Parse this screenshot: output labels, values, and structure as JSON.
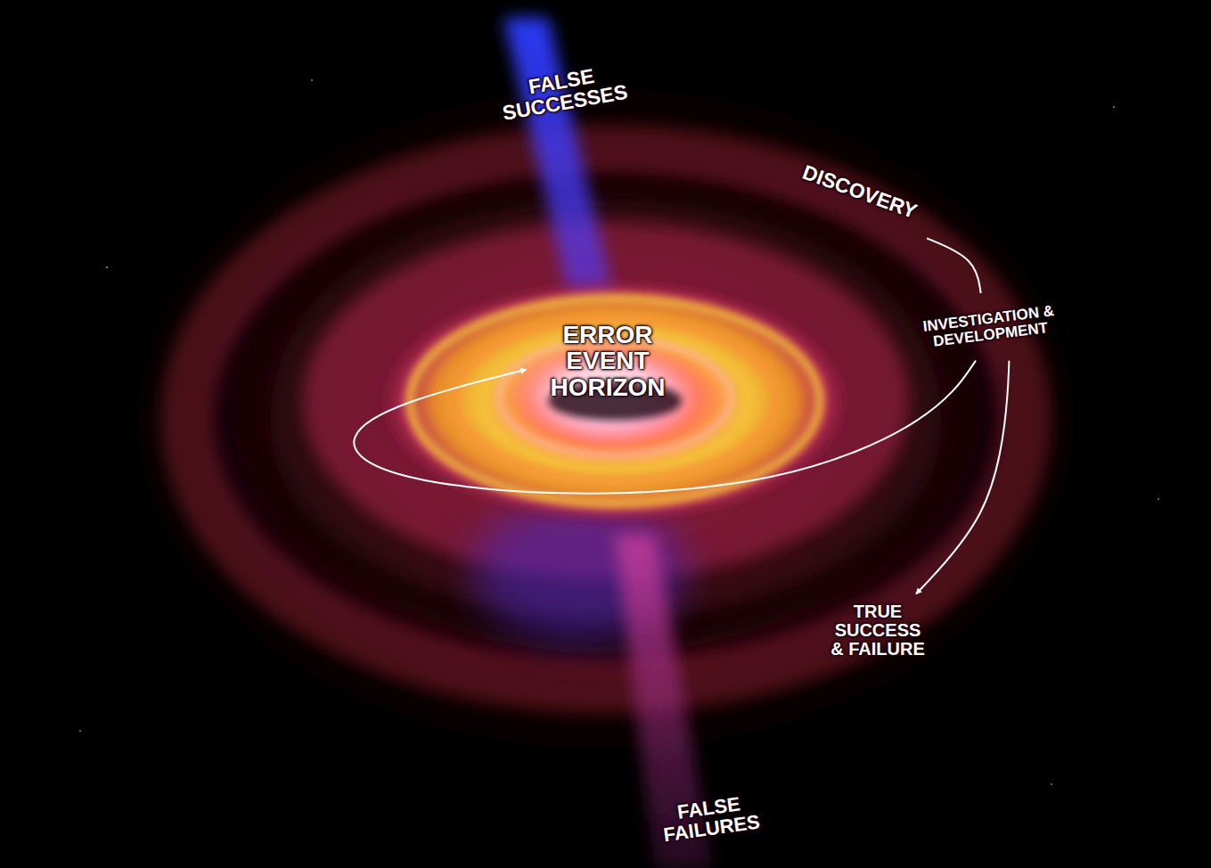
{
  "diagram": {
    "nodes": [
      {
        "text": [
          "DISCOVERY"
        ]
      },
      {
        "text": [
          "INVESTIGATION & DEVELOPMENT"
        ]
      },
      {
        "text": [
          "ERROR EVENT HORIZON"
        ]
      },
      {
        "text": [
          "TRUE SUCCESS & FAILURE"
        ]
      }
    ],
    "edges": [
      {
        "from": 0,
        "to": 1,
        "arrow": "none"
      },
      {
        "from": 1,
        "to": 2,
        "arrow": "to"
      },
      {
        "from": 1,
        "to": 3,
        "arrow": "to"
      }
    ],
    "labels": [
      "FALSE SUCCESSES",
      "FALSE FAILURES"
    ]
  }
}
